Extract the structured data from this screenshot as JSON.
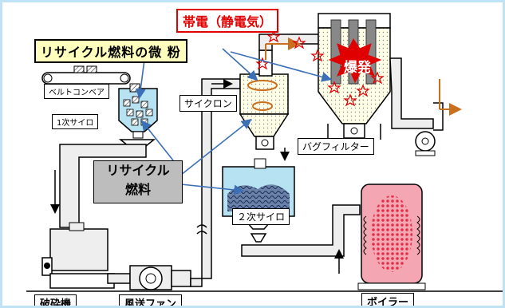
{
  "title_static": "帯電（静電気）",
  "title_fuel": "リサイクル燃料の微 粉",
  "labels": {
    "belt_conveyor": "ベルトコンベア",
    "primary_silo": "1次サイロ",
    "cyclone": "サイクロン",
    "bag_filter": "バグフィルター",
    "recycle_fuel_line1": "リサイクル",
    "recycle_fuel_line2": "燃料",
    "secondary_silo": "２次サイロ",
    "crusher": "破砕機",
    "blower": "風送ファン",
    "boiler": "ボイラー",
    "explosion": "爆発"
  },
  "colors": {
    "accent_red": "#e00000",
    "fuel_label_bg": "#ffffbd",
    "duct_fill": "#eeeeee",
    "silo_blue": "#b7e2f2",
    "boiler_pink": "#f4a6b2",
    "arrow_orange": "#c8701e",
    "pointer_blue": "#3b6fb6"
  }
}
